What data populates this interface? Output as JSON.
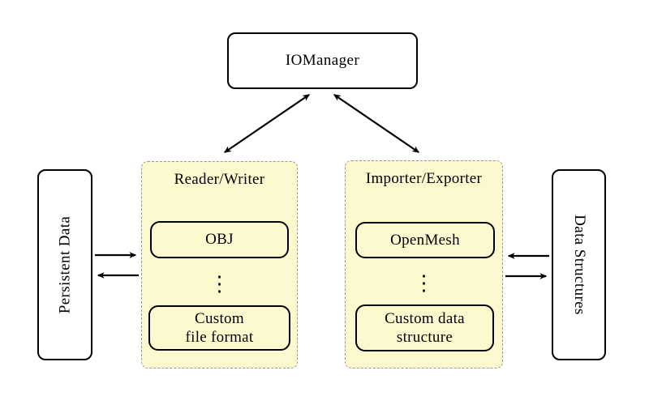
{
  "diagram": {
    "io_manager": {
      "label": "IOManager"
    },
    "persistent_data": {
      "label": "Persistent Data"
    },
    "data_structures": {
      "label": "Data Structures"
    },
    "reader_writer": {
      "title": "Reader/Writer",
      "items": [
        "OBJ",
        "Custom\nfile format"
      ],
      "ellipsis": "⋮"
    },
    "importer_exporter": {
      "title": "Importer/Exporter",
      "items": [
        "OpenMesh",
        "Custom data\nstructure"
      ],
      "ellipsis": "⋮"
    },
    "colors": {
      "background": "#FFFFFF",
      "group_fill": "#FCF9CF",
      "group_border": "#999999",
      "node_border": "#000000",
      "arrow": "#000000"
    }
  }
}
